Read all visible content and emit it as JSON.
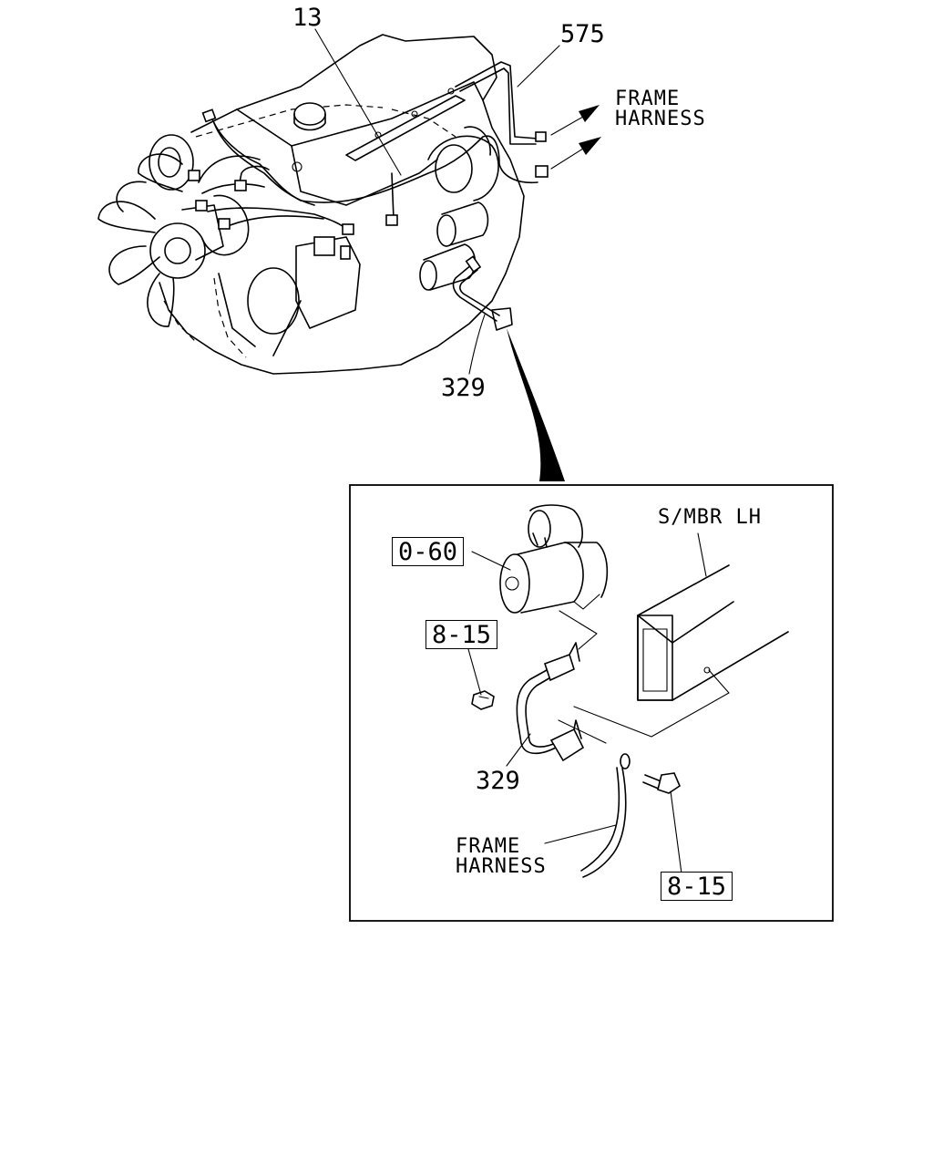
{
  "callouts": {
    "wiring_harness": "13",
    "harness_575": "575",
    "cable_329_top": "329",
    "starter_ref": "0-60",
    "nut_ref": "8-15",
    "cable_329_detail": "329",
    "bolt_ref": "8-15"
  },
  "labels": {
    "frame_harness_top_line1": "FRAME",
    "frame_harness_top_line2": "HARNESS",
    "side_member": "S/MBR LH",
    "frame_harness_detail_line1": "FRAME",
    "frame_harness_detail_line2": "HARNESS"
  }
}
